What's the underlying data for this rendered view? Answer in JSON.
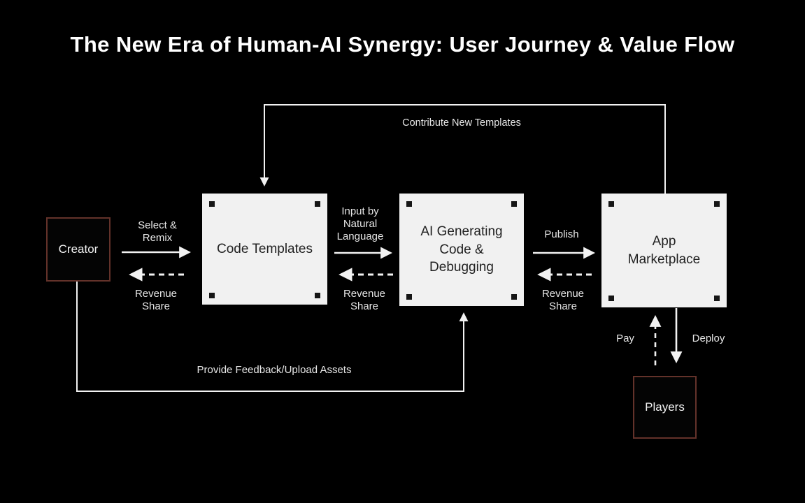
{
  "title": "The New Era of Human-AI Synergy: User Journey & Value Flow",
  "nodes": {
    "creator": {
      "label": "Creator"
    },
    "code_templates": {
      "label": "Code Templates"
    },
    "ai_generating": {
      "label": "AI Generating\nCode &\nDebugging"
    },
    "app_marketplace": {
      "label": "App\nMarketplace"
    },
    "players": {
      "label": "Players"
    }
  },
  "edges": {
    "select_remix": {
      "label": "Select &\nRemix",
      "style": "solid",
      "direction": "right"
    },
    "revenue_share_creator": {
      "label": "Revenue\nShare",
      "style": "dashed",
      "direction": "left"
    },
    "input_natural_language": {
      "label": "Input by\nNatural\nLanguage",
      "style": "solid",
      "direction": "right"
    },
    "revenue_share_templates": {
      "label": "Revenue\nShare",
      "style": "dashed",
      "direction": "left"
    },
    "publish": {
      "label": "Publish",
      "style": "solid",
      "direction": "right"
    },
    "revenue_share_marketplace": {
      "label": "Revenue\nShare",
      "style": "dashed",
      "direction": "left"
    },
    "contribute_new_templates": {
      "label": "Contribute New Templates",
      "style": "solid",
      "direction": "marketplace-to-code-templates"
    },
    "provide_feedback": {
      "label": "Provide Feedback/Upload Assets",
      "style": "solid",
      "direction": "creator-to-ai-generating"
    },
    "pay": {
      "label": "Pay",
      "style": "dashed",
      "direction": "up"
    },
    "deploy": {
      "label": "Deploy",
      "style": "solid",
      "direction": "down"
    }
  },
  "colors": {
    "background": "#000000",
    "node_fill": "#f1f1f1",
    "node_text": "#222222",
    "accent_border": "#63322a",
    "connector": "#f2f2f2",
    "label_text": "#e6e6e6"
  }
}
